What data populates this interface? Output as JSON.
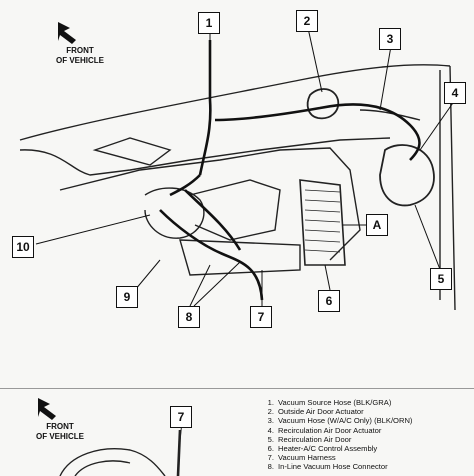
{
  "diagram": {
    "front_label_top": [
      "FRONT",
      "OF VEHICLE"
    ],
    "front_label_bottom": [
      "FRONT",
      "OF VEHICLE"
    ],
    "callouts": {
      "c1": "1",
      "c2": "2",
      "c3": "3",
      "c4": "4",
      "c5": "5",
      "c6": "6",
      "c7": "7",
      "c8": "8",
      "c9": "9",
      "c10": "10",
      "cA": "A",
      "c7b": "7"
    },
    "legend": [
      {
        "num": "1.",
        "text": "Vacuum Source Hose (BLK/GRA)"
      },
      {
        "num": "2.",
        "text": "Outside Air Door Actuator"
      },
      {
        "num": "3.",
        "text": "Vacuum Hose (W/A/C Only) (BLK/ORN)"
      },
      {
        "num": "4.",
        "text": "Recirculation Air Door Actuator"
      },
      {
        "num": "5.",
        "text": "Recirculation Air Door"
      },
      {
        "num": "6.",
        "text": "Heater-A/C Control Assembly"
      },
      {
        "num": "7.",
        "text": "Vacuum Harness"
      },
      {
        "num": "8.",
        "text": "In-Line Vacuum Hose Connector"
      }
    ]
  }
}
